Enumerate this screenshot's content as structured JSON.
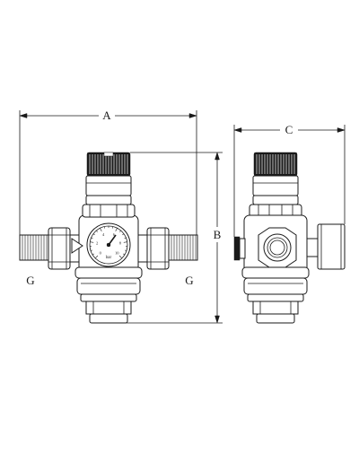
{
  "dimensions": {
    "width_label": "A",
    "height_label": "B",
    "depth_label": "C",
    "thread_left_label": "G",
    "thread_right_label": "G"
  },
  "gauge": {
    "unit_label": "bar",
    "scale_numbers": [
      "0",
      "2",
      "4",
      "6",
      "8",
      "10"
    ]
  }
}
